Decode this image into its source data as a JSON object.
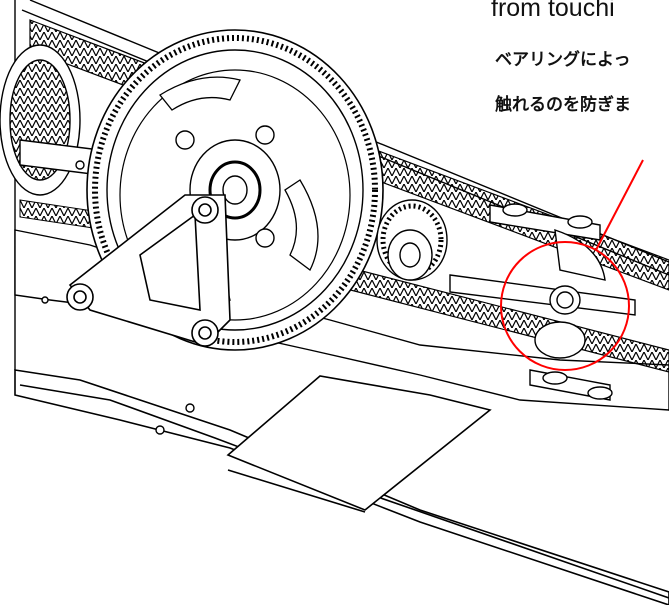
{
  "annotation": {
    "text_en": "from touchi",
    "text_jp_line1": "ベアリングによっ",
    "text_jp_line2": "触れるのを防ぎま",
    "highlight_color": "#ff0000"
  },
  "parts": [
    {
      "name": "spur-gear"
    },
    {
      "name": "pinion-gear"
    },
    {
      "name": "bearing-bracket"
    },
    {
      "name": "chassis-plate"
    },
    {
      "name": "belt-rack"
    }
  ]
}
